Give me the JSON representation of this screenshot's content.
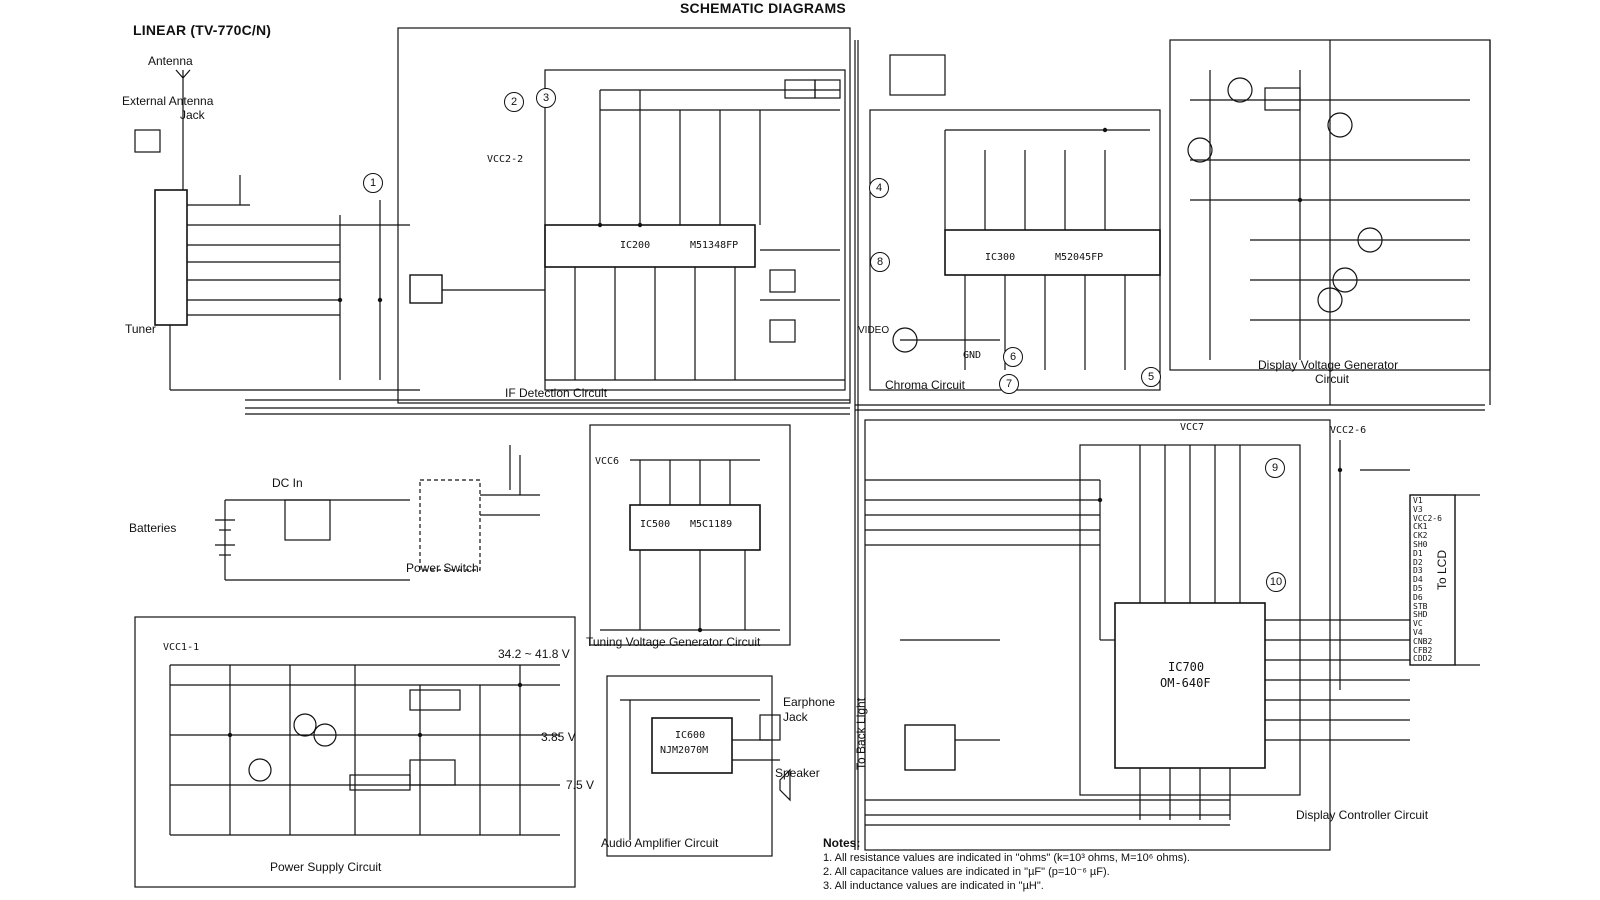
{
  "header": {
    "title": "SCHEMATIC DIAGRAMS",
    "model": "LINEAR (TV-770C/N)"
  },
  "labels": {
    "antenna": "Antenna",
    "external_antenna_jack_1": "External  Antenna",
    "external_antenna_jack_2": "Jack",
    "tuner": "Tuner",
    "if_detection": "IF Detection Circuit",
    "chroma": "Chroma Circuit",
    "display_voltage_generator_1": "Display Voltage Generator",
    "display_voltage_generator_2": "Circuit",
    "tuning_voltage_generator": "Tuning Voltage Generator Circuit",
    "dc_in": "DC In",
    "batteries": "Batteries",
    "power_switch": "Power Switch",
    "power_supply": "Power Supply Circuit",
    "audio_amplifier": "Audio Amplifier Circuit",
    "earphone_jack_1": "Earphone",
    "earphone_jack_2": "Jack",
    "speaker": "Speaker",
    "to_back_light": "To Back Light",
    "display_controller": "Display Controller Circuit",
    "to_lcd": "To LCD",
    "voltage_1": "34.2 ~ 41.8 V",
    "voltage_2": "3.85 V",
    "voltage_3": "7.5 V",
    "video": "VIDEO"
  },
  "components": {
    "ic200_name": "IC200",
    "ic200_part": "M51348FP",
    "ic300_name": "IC300",
    "ic300_part": "M52045FP",
    "ic500_name": "IC500",
    "ic500_part": "M5C1189",
    "ic600_name": "IC600",
    "ic600_part": "NJM2070M",
    "ic700_name": "IC700",
    "ic700_part": "OM-640F",
    "vcc2_2": "VCC2-2",
    "vcc1_1": "VCC1-1",
    "vcc2_6": "VCC2-6",
    "vcc6": "VCC6",
    "vcc7": "VCC7",
    "gnd": "GND"
  },
  "lcd_pins": [
    "V1",
    "V3",
    "VCC2-6",
    "CK1",
    "CK2",
    "SH0",
    "D1",
    "D2",
    "D3",
    "D4",
    "D5",
    "D6",
    "STB",
    "SHD",
    "VC",
    "V4",
    "CNB2",
    "CFB2",
    "CDD2"
  ],
  "callouts": [
    "1",
    "2",
    "3",
    "4",
    "5",
    "6",
    "7",
    "8",
    "9",
    "10"
  ],
  "notes": {
    "title": "Notes:",
    "items": [
      "1.  All resistance values are indicated in \"ohms\" (k=10³ ohms, M=10⁶ ohms).",
      "2.  All capacitance values are indicated in \"µF\" (p=10⁻⁶ µF).",
      "3.  All inductance values are indicated in \"µH\"."
    ]
  }
}
